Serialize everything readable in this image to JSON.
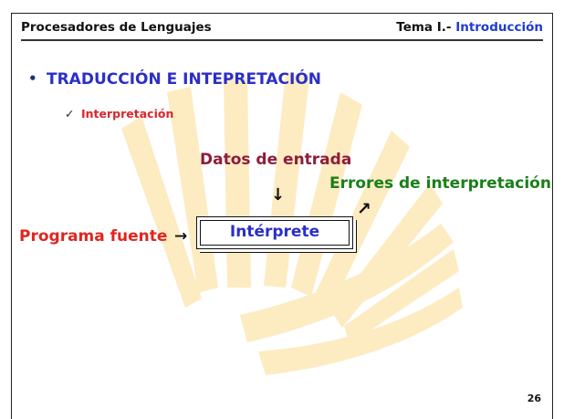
{
  "header": {
    "course": "Procesadores de Lenguajes",
    "topic_prefix": "Tema I.- ",
    "topic_name": "Introducción"
  },
  "bullet": {
    "title": "TRADUCCIÓN E INTEPRETACIÓN"
  },
  "sub_bullet": {
    "check": "✓",
    "label": "Interpretación"
  },
  "diagram": {
    "input_data": "Datos de entrada",
    "errors": "Errores de interpretación",
    "source": "Programa fuente",
    "interpreter": "Intérprete",
    "arrow_down": "↓",
    "arrow_right": "→",
    "arrow_ne": "↗"
  },
  "page_number": "26",
  "colors": {
    "accent_blue": "#2b2fc7",
    "red": "#e0261f",
    "maroon": "#8e1d3b",
    "green": "#1a7f1a",
    "watermark": "#fde7b3"
  }
}
